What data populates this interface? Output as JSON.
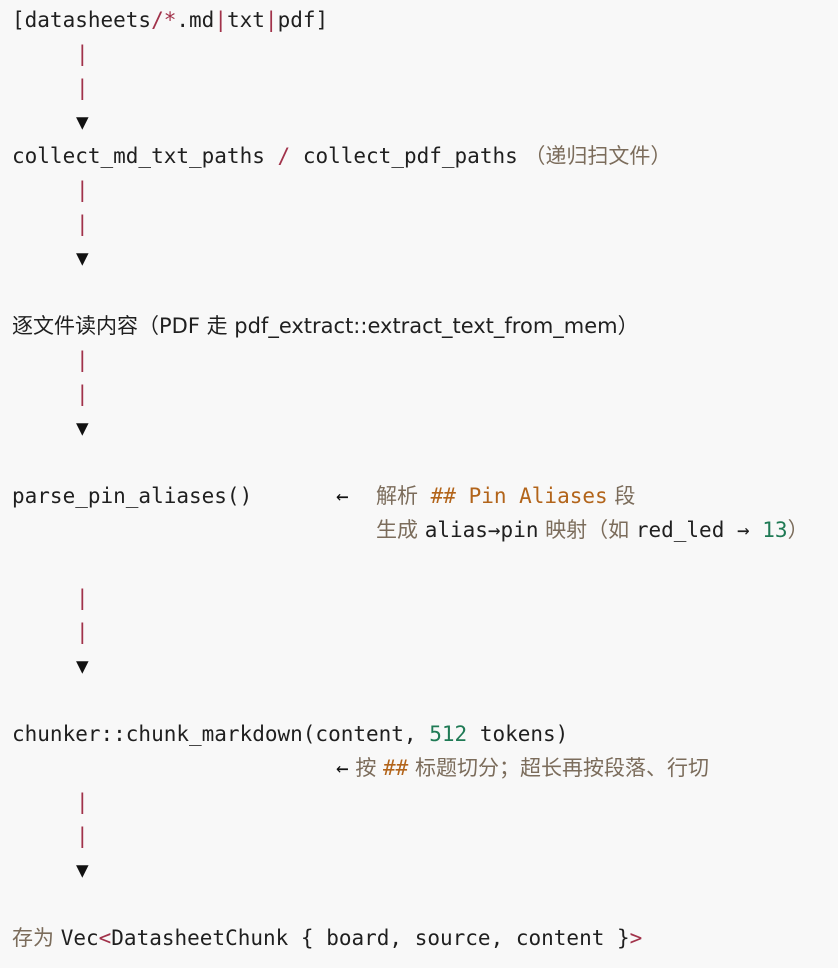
{
  "lines": [
    {
      "pre": "[datasheets",
      "slash": "/*",
      "mid": ".md",
      "bar1": "|",
      "txt": "txt",
      "bar2": "|",
      "post": "pdf]"
    },
    {
      "pipe": "|"
    },
    {
      "pipe": "|"
    },
    {
      "arrow": "▼"
    },
    {
      "a": "collect_md_txt_paths ",
      "slash": "/",
      "b": " collect_pdf_paths",
      "note": " （递归扫文件）"
    },
    {
      "pipe": "|"
    },
    {
      "pipe": "|"
    },
    {
      "arrow": "▼"
    },
    {
      "note": "逐文件读内容（PDF 走 pdf_extract::extract_text_from_mem）"
    },
    {
      "pipe": "|"
    },
    {
      "pipe": "|"
    },
    {
      "arrow": "▼"
    },
    {
      "fn": "parse_pin_aliases()",
      "left_arrow": "←",
      "note1": "解析",
      "kw": " ## Pin Aliases",
      "note2": " 段"
    },
    {
      "note1": "生成 ",
      "code": "alias→pin",
      "note2": " 映射（如 ",
      "code2": "red_led → ",
      "num": "13",
      "note3": "）"
    },
    {
      "pipe": "|"
    },
    {
      "pipe": "|"
    },
    {
      "arrow": "▼"
    },
    {
      "fn": "chunker::chunk_markdown(content, ",
      "num": "512",
      "rest": " tokens)"
    },
    {
      "left_arrow": "←",
      "note1": " 按 ",
      "kw": "##",
      "note2": " 标题切分；超长再按段落、行切"
    },
    {
      "pipe": "|"
    },
    {
      "pipe": "|"
    },
    {
      "arrow": "▼"
    },
    {
      "note": "存为 ",
      "code": "Vec",
      "lt": "<",
      "type": "DatasheetChunk { board, source, content }",
      "gt": ">"
    }
  ]
}
